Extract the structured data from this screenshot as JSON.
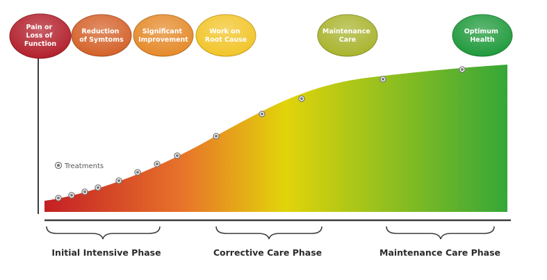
{
  "stages": [
    {
      "lines": [
        "Pain or",
        "Loss of",
        "Function"
      ],
      "color": "#b2202c"
    },
    {
      "lines": [
        "Reduction",
        "of Symtoms"
      ],
      "color": "#d4622a"
    },
    {
      "lines": [
        "Significant",
        "Improvement"
      ],
      "color": "#e58a2a"
    },
    {
      "lines": [
        "Work on",
        "Root Cause"
      ],
      "color": "#f2c52a"
    },
    {
      "lines": [
        "Maintenance",
        "Care"
      ],
      "color": "#a9b42e"
    },
    {
      "lines": [
        "Optimum",
        "Health"
      ],
      "color": "#1f9a3c"
    }
  ],
  "legend": {
    "label": "Treatments"
  },
  "phases": [
    {
      "label": "Initial Intensive Phase"
    },
    {
      "label": "Corrective Care Phase"
    },
    {
      "label": "Maintenance Care Phase"
    }
  ],
  "colors": {
    "gradient_start": "#c41f24",
    "gradient_mid_orange": "#e8742a",
    "gradient_mid_yellow": "#e2d40a",
    "gradient_end": "#35a737",
    "axis": "#3c3c3c",
    "treatment_marker": "#777777"
  }
}
